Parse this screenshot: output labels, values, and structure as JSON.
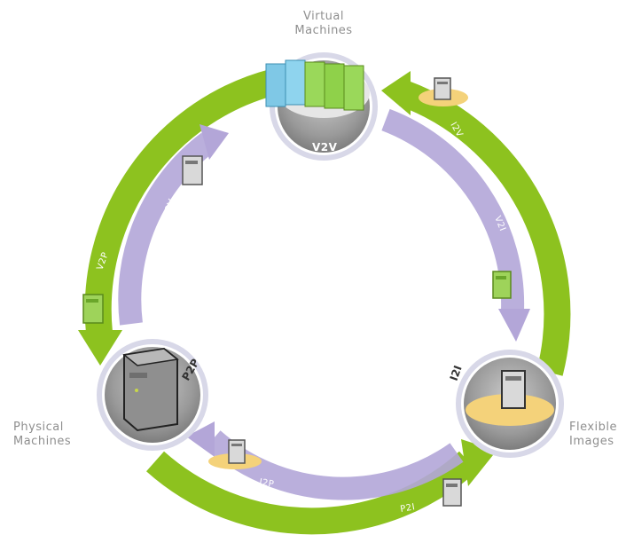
{
  "nodes": {
    "virtual": {
      "title_line1": "Virtual",
      "title_line2": "Machines",
      "conversion": "V2V"
    },
    "physical": {
      "title_line1": "Physical",
      "title_line2": "Machines",
      "conversion": "P2P"
    },
    "images": {
      "title_line1": "Flexible",
      "title_line2": "Images",
      "conversion": "I2I"
    }
  },
  "arrows": {
    "p2v": "P2V",
    "v2p": "V2P",
    "i2v": "I2V",
    "v2i": "V2I",
    "i2p": "I2P",
    "p2i": "P2I"
  },
  "colors": {
    "outer_ring": "#8dc21f",
    "inner_ring": "#b3a6d8",
    "physical_server": "#8f8f8f",
    "virtual_blue": "#7fc8e6",
    "virtual_green": "#8fd14a",
    "image_disc": "#f4d27a"
  }
}
